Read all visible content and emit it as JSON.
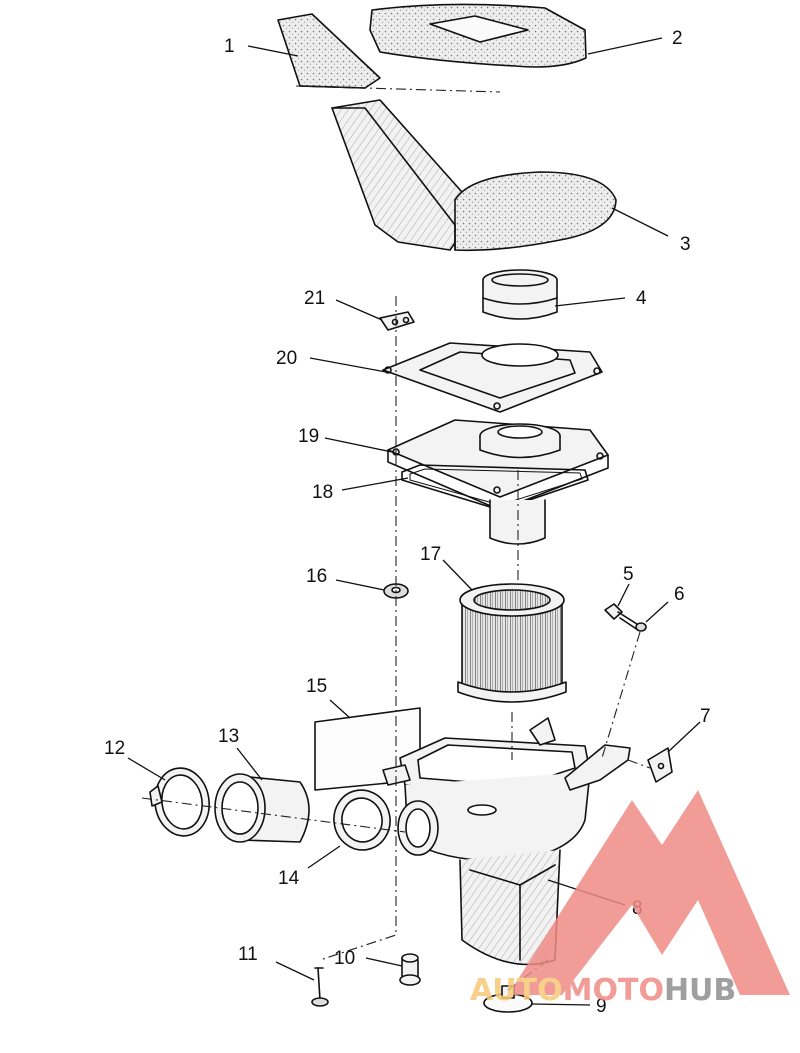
{
  "diagram": {
    "callouts": [
      {
        "id": "1",
        "label": "1"
      },
      {
        "id": "2",
        "label": "2"
      },
      {
        "id": "3",
        "label": "3"
      },
      {
        "id": "4",
        "label": "4"
      },
      {
        "id": "5",
        "label": "5"
      },
      {
        "id": "6",
        "label": "6"
      },
      {
        "id": "7",
        "label": "7"
      },
      {
        "id": "8",
        "label": "8"
      },
      {
        "id": "9",
        "label": "9"
      },
      {
        "id": "10",
        "label": "10"
      },
      {
        "id": "11",
        "label": "11"
      },
      {
        "id": "12",
        "label": "12"
      },
      {
        "id": "13",
        "label": "13"
      },
      {
        "id": "14",
        "label": "14"
      },
      {
        "id": "15",
        "label": "15"
      },
      {
        "id": "16",
        "label": "16"
      },
      {
        "id": "17",
        "label": "17"
      },
      {
        "id": "18",
        "label": "18"
      },
      {
        "id": "19",
        "label": "19"
      },
      {
        "id": "20",
        "label": "20"
      },
      {
        "id": "21",
        "label": "21"
      }
    ]
  },
  "watermark": {
    "text_part1": "AUTO",
    "text_part2": "MOTO",
    "text_part3": "HUB",
    "colors": {
      "logo": "#f08b86",
      "part1": "#f6c978",
      "part2": "#f08b86",
      "part3": "#8f8f8f"
    }
  }
}
